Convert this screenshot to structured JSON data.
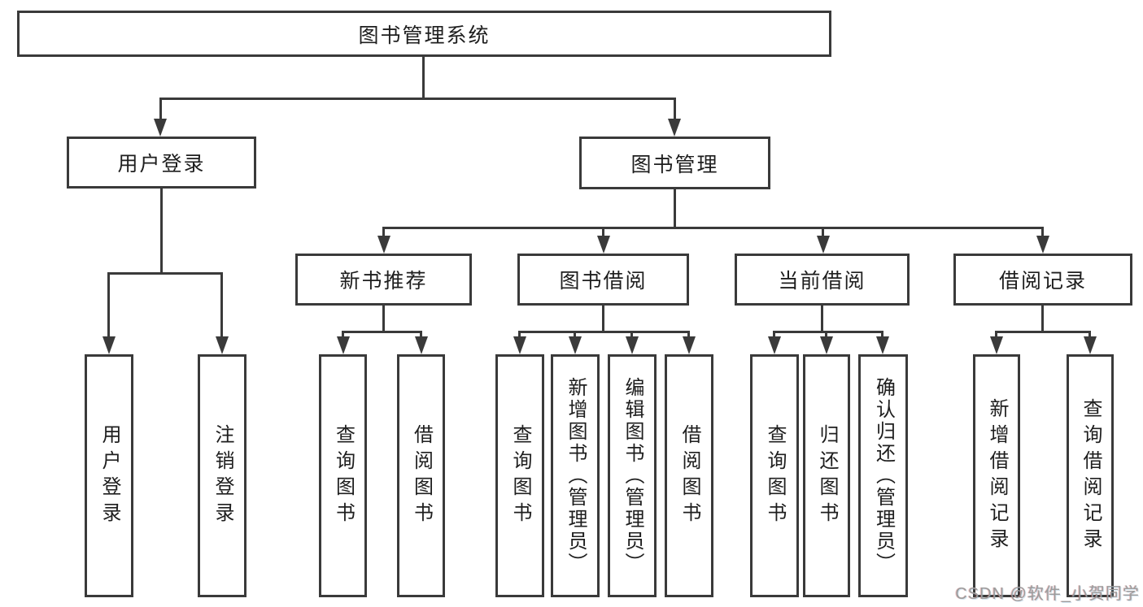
{
  "tree": {
    "root": {
      "label": "图书管理系统",
      "children": [
        {
          "label": "用户登录",
          "children": [
            {
              "label": "用户登录"
            },
            {
              "label": "注销登录"
            }
          ]
        },
        {
          "label": "图书管理",
          "children": [
            {
              "label": "新书推荐",
              "children": [
                {
                  "label": "查询图书"
                },
                {
                  "label": "借阅图书"
                }
              ]
            },
            {
              "label": "图书借阅",
              "children": [
                {
                  "label": "查询图书"
                },
                {
                  "label": "新增图书（管理员）"
                },
                {
                  "label": "编辑图书（管理员）"
                },
                {
                  "label": "借阅图书"
                }
              ]
            },
            {
              "label": "当前借阅",
              "children": [
                {
                  "label": "查询图书"
                },
                {
                  "label": "归还图书"
                },
                {
                  "label": "确认归还（管理员）"
                }
              ]
            },
            {
              "label": "借阅记录",
              "children": [
                {
                  "label": "新增借阅记录"
                },
                {
                  "label": "查询借阅记录"
                }
              ]
            }
          ]
        }
      ]
    }
  },
  "watermark": {
    "text": "CSDN @软件_小贺同学"
  },
  "colors": {
    "line": "#3a3a3a",
    "text": "#1e1e1e",
    "background": "#ffffff",
    "watermark": "#9c9c9c"
  }
}
